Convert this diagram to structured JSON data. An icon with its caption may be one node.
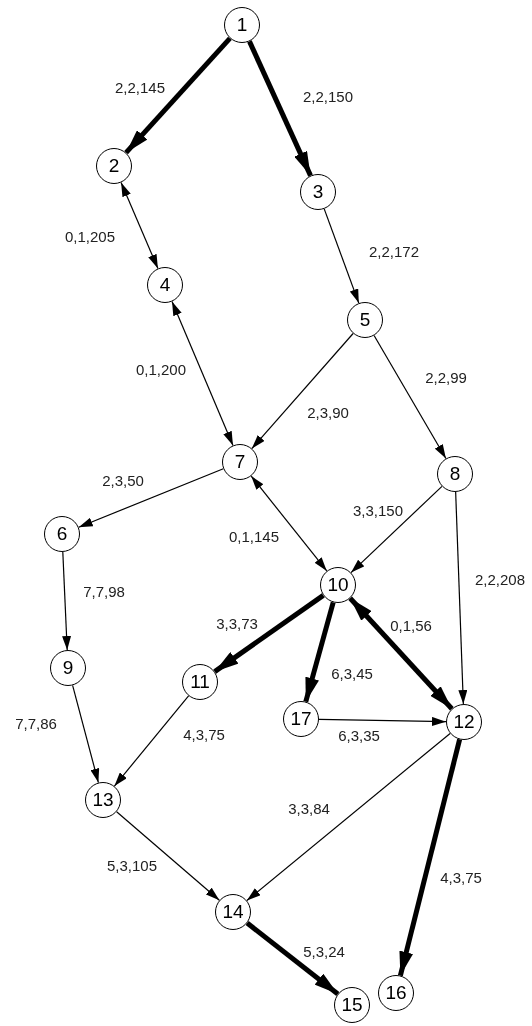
{
  "diagram": {
    "nodes": [
      {
        "text": [
          "1"
        ]
      },
      {
        "text": [
          "2"
        ]
      },
      {
        "text": [
          "3"
        ]
      },
      {
        "text": [
          "4"
        ]
      },
      {
        "text": [
          "5"
        ]
      },
      {
        "text": [
          "7"
        ]
      },
      {
        "text": [
          "8"
        ]
      },
      {
        "text": [
          "6"
        ]
      },
      {
        "text": [
          "10"
        ]
      },
      {
        "text": [
          "9"
        ]
      },
      {
        "text": [
          "11"
        ]
      },
      {
        "text": [
          "17"
        ]
      },
      {
        "text": [
          "12"
        ]
      },
      {
        "text": [
          "13"
        ]
      },
      {
        "text": [
          "14"
        ]
      },
      {
        "text": [
          "16"
        ]
      },
      {
        "text": [
          "15"
        ]
      }
    ],
    "edges": [
      {
        "from": 0,
        "to": 1,
        "arrow": "to",
        "label": "2,2,145",
        "style": "thick"
      },
      {
        "from": 0,
        "to": 2,
        "arrow": "to",
        "label": "2,2,150",
        "style": "thick"
      },
      {
        "from": 1,
        "to": 3,
        "arrow": "both",
        "label": "0,1,205"
      },
      {
        "from": 2,
        "to": 4,
        "arrow": "to",
        "label": "2,2,172"
      },
      {
        "from": 5,
        "to": 3,
        "arrow": "both",
        "label": "0,1,200"
      },
      {
        "from": 4,
        "to": 5,
        "arrow": "to",
        "label": "2,3,90"
      },
      {
        "from": 4,
        "to": 6,
        "arrow": "to",
        "label": "2,2,99"
      },
      {
        "from": 5,
        "to": 7,
        "arrow": "to",
        "label": "2,3,50"
      },
      {
        "from": 5,
        "to": 8,
        "arrow": "both",
        "label": "0,1,145"
      },
      {
        "from": 6,
        "to": 8,
        "arrow": "to",
        "label": "3,3,150"
      },
      {
        "from": 6,
        "to": 12,
        "arrow": "to",
        "label": "2,2,208"
      },
      {
        "from": 7,
        "to": 9,
        "arrow": "to",
        "label": "7,7,98"
      },
      {
        "from": 8,
        "to": 10,
        "arrow": "to",
        "label": "3,3,73",
        "style": "thick"
      },
      {
        "from": 8,
        "to": 11,
        "arrow": "to",
        "label": "6,3,45",
        "style": "thick"
      },
      {
        "from": 8,
        "to": 12,
        "arrow": "both",
        "label": "0,1,56",
        "style": "thick"
      },
      {
        "from": 9,
        "to": 13,
        "arrow": "to",
        "label": "7,7,86"
      },
      {
        "from": 10,
        "to": 13,
        "arrow": "to",
        "label": "4,3,75"
      },
      {
        "from": 11,
        "to": 12,
        "arrow": "to",
        "label": "6,3,35"
      },
      {
        "from": 12,
        "to": 14,
        "arrow": "to",
        "label": "3,3,84"
      },
      {
        "from": 13,
        "to": 14,
        "arrow": "to",
        "label": "5,3,105"
      },
      {
        "from": 12,
        "to": 15,
        "arrow": "to",
        "label": "4,3,75",
        "style": "thick"
      },
      {
        "from": 14,
        "to": 16,
        "arrow": "to",
        "label": "5,3,24",
        "style": "thick"
      }
    ]
  }
}
